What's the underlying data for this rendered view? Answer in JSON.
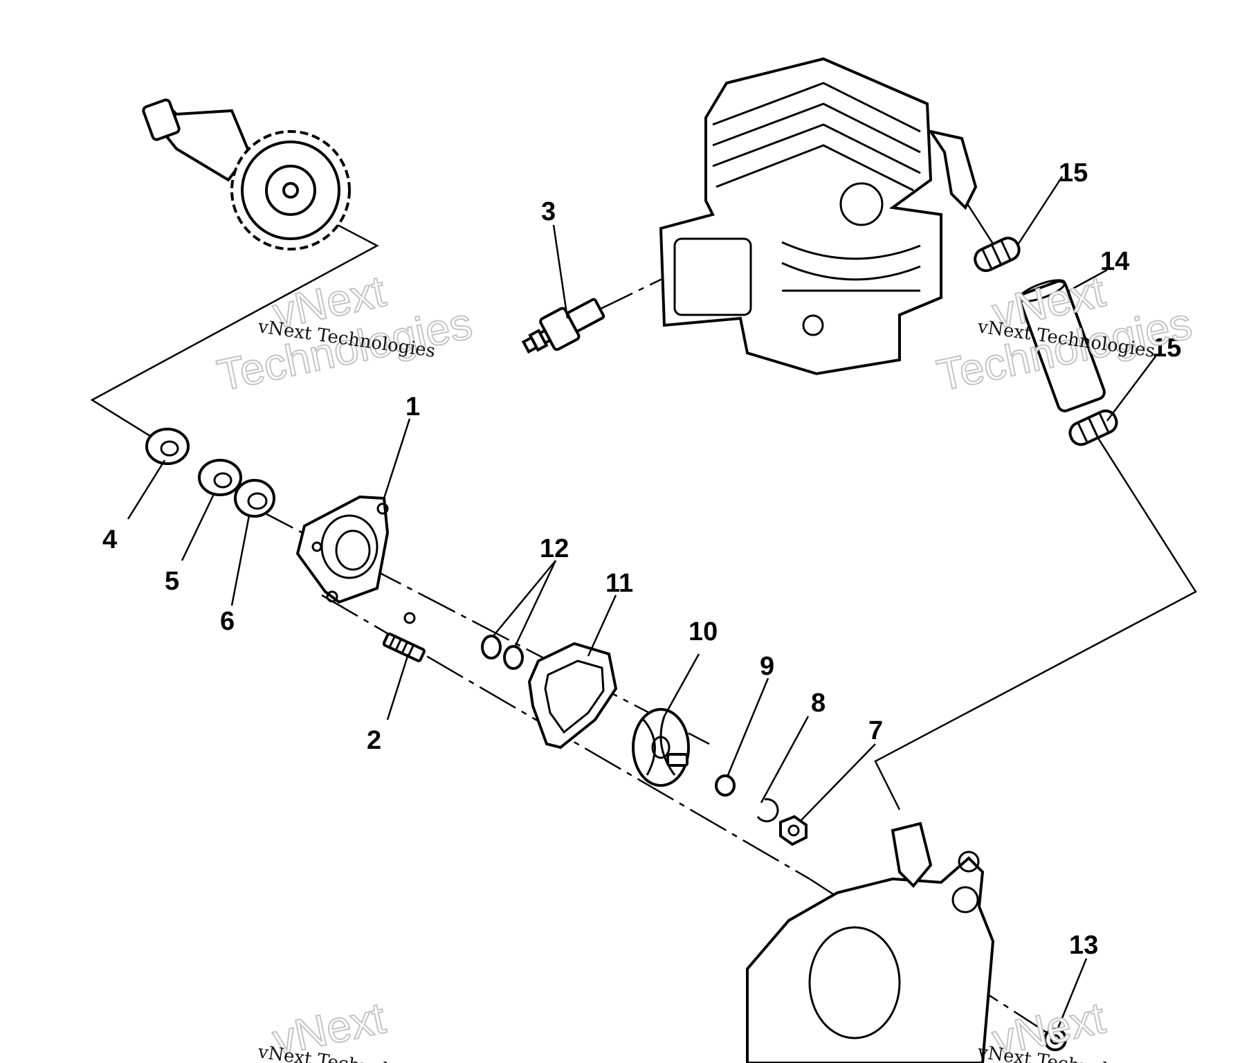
{
  "callouts": {
    "c1": "1",
    "c2": "2",
    "c3": "3",
    "c4": "4",
    "c5": "5",
    "c6": "6",
    "c7": "7",
    "c8": "8",
    "c9": "9",
    "c10": "10",
    "c11": "11",
    "c12": "12",
    "c13": "13",
    "c14": "14",
    "c15a": "15",
    "c15b": "15"
  },
  "watermarks": {
    "small": "vNext Technologies",
    "big_line1": "vNext",
    "big_line2": "Technologies"
  }
}
